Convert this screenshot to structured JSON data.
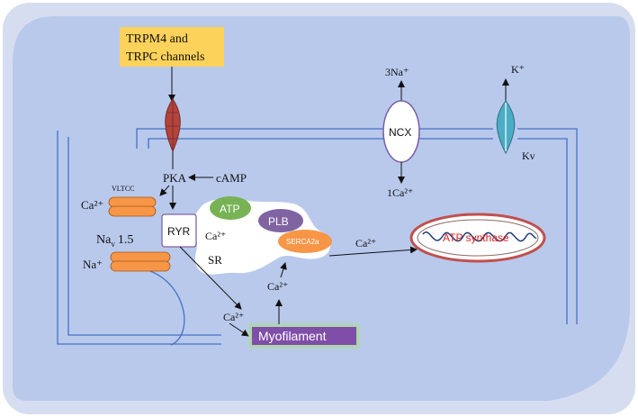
{
  "labels": {
    "trpm4": "TRPM4 and",
    "trpc": "TRPC channels",
    "na3": "3Na⁺",
    "k": "K⁺",
    "ncx": "NCX",
    "kv": "Kv",
    "ca1": "1Ca²⁺",
    "pka": "PKA",
    "camp": "cAMP",
    "vltcc": "VLTCC",
    "ca_vltcc": "Ca²⁺",
    "atp": "ATP",
    "plb": "PLB",
    "ryr": "RYR",
    "ca_sr": "Ca²⁺",
    "serca": "SERCA2a",
    "ca_mito": "Ca²⁺",
    "atp_synthase": "ATP synthase",
    "nav_main": "Na",
    "nav_sub": "v",
    "nav_num": "1.5",
    "na": "Na⁺",
    "sr": "SR",
    "ca_myo_up": "Ca²⁺",
    "ca_ryr_down": "Ca²⁺",
    "myofilament": "Myofilament"
  },
  "colors": {
    "background": "#b9c9ec",
    "membrane": "#4472c4",
    "trp_box": "#fcd25a",
    "trp_channel": "#b1443c",
    "ncx_border": "#7b5ea7",
    "kv_channel": "#4bacc6",
    "vltcc": "#f79646",
    "atp_node": "#77b255",
    "plb_node": "#8064a2",
    "serca_node": "#f79646",
    "myofilament": "#7f4ea8",
    "mito_border": "#c0504d",
    "atp_synthase_text": "#e02020"
  }
}
